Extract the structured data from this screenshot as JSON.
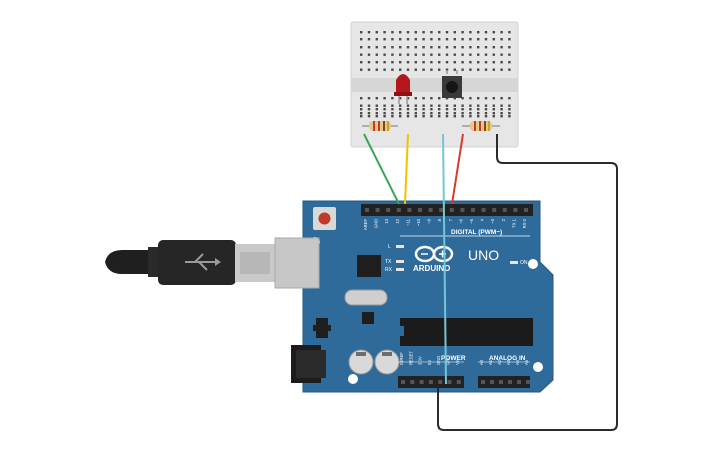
{
  "board": {
    "logo_text": "ARDUINO",
    "model_text": "UNO",
    "digital_header_label": "DIGITAL (PWM~)",
    "power_label": "POWER",
    "analog_label": "ANALOG IN",
    "on_label": "ON",
    "l_label": "L",
    "tx_label": "TX",
    "rx_label": "RX",
    "digital_pins": [
      "AREF",
      "GND",
      "13",
      "12",
      "~11",
      "~10",
      "~9",
      "8",
      "7",
      "~6",
      "~5",
      "4",
      "~3",
      "2",
      "TX 1",
      "RX 0"
    ],
    "power_pins": [
      "IOREF",
      "RESET",
      "3.3V",
      "5V",
      "GND",
      "GND",
      "Vin"
    ],
    "analog_pins": [
      "A0",
      "A1",
      "A2",
      "A3",
      "A4",
      "A5"
    ]
  },
  "components": [
    "breadboard",
    "red-led",
    "pushbutton",
    "resistor",
    "resistor",
    "usb-cable"
  ],
  "colors": {
    "board": "#2f6b9a",
    "breadboard": "#e8e8e8",
    "wire_green": "#3aa655",
    "wire_yellow": "#f2c200",
    "wire_cyan": "#74c6d6",
    "wire_red": "#d93a2b",
    "wire_black": "#2b2b2b",
    "led": "#c4161c"
  }
}
